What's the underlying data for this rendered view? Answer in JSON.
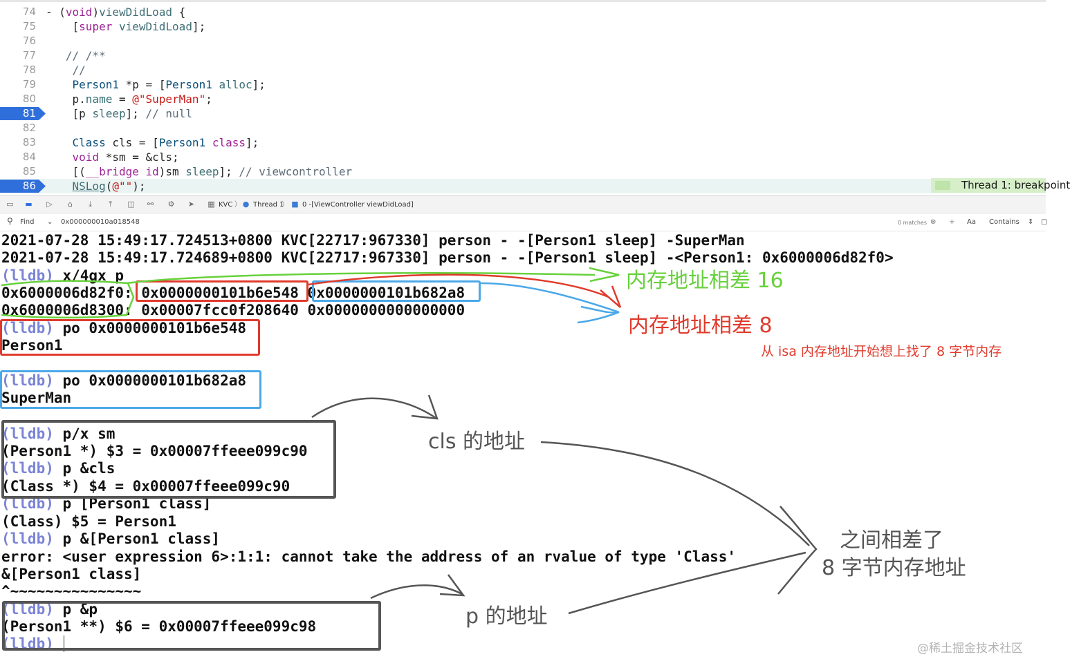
{
  "colors": {
    "lldb_prompt": "#7a84d6",
    "green": "#67d13b",
    "red": "#e03a2c",
    "blue": "#4aa8e8",
    "gray": "#555555",
    "breakpoint": "#2f6fdb"
  },
  "editor": {
    "lines": [
      {
        "num": "74",
        "code": "- (void)viewDidLoad {"
      },
      {
        "num": "75",
        "code": "    [super viewDidLoad];"
      },
      {
        "num": "76",
        "code": ""
      },
      {
        "num": "77",
        "code": "   // /**"
      },
      {
        "num": "78",
        "code": "    //"
      },
      {
        "num": "79",
        "code": "    Person1 *p = [Person1 alloc];"
      },
      {
        "num": "80",
        "code": "    p.name = @\"SuperMan\";"
      },
      {
        "num": "81",
        "code": "    [p sleep]; // null"
      },
      {
        "num": "82",
        "code": ""
      },
      {
        "num": "83",
        "code": "    Class cls = [Person1 class];"
      },
      {
        "num": "84",
        "code": "    void *sm = &cls;"
      },
      {
        "num": "85",
        "code": "    [(__bridge id)sm sleep]; // viewcontroller"
      },
      {
        "num": "86",
        "code": "    NSLog(@\"\");"
      }
    ],
    "thread_tag": "Thread 1: breakpoint"
  },
  "debugbar": {
    "kvc": "KVC",
    "thread": "Thread 1",
    "frame": "0 -[ViewController viewDidLoad]"
  },
  "findbar": {
    "label": "Find",
    "query": "0x000000010a018548",
    "matches": "0 matches",
    "case": "Aa",
    "mode": "Contains"
  },
  "console": {
    "log1": "2021-07-28 15:49:17.724513+0800 KVC[22717:967330] person - -[Person1 sleep] -SuperMan",
    "log2": "2021-07-28 15:49:17.724689+0800 KVC[22717:967330] person - -[Person1 sleep] -<Person1: 0x6000006d82f0>",
    "prompt": "(lldb)",
    "cmd_x": " x/4gx p",
    "mem1_addr": "0x6000006d82f0",
    "mem1_sep": ": ",
    "mem1_v1": "0x0000000101b6e548",
    "mem1_v2": "0x0000000101b682a8",
    "mem2_addr": "0x6000006d8300",
    "mem2_rest": ": 0x00007fcc0f208640 0x0000000000000000",
    "cmd_po1": " po 0x0000000101b6e548",
    "out_po1": "Person1",
    "cmd_po2": " po 0x0000000101b682a8",
    "out_po2": "SuperMan",
    "cmd_px": " p/x sm",
    "out_px": "(Person1 *) $3 = 0x00007ffeee099c90",
    "cmd_pcls": " p &cls",
    "out_pcls": "(Class *) $4 = 0x00007ffeee099c90",
    "cmd_pclass": " p [Person1 class]",
    "out_pclass": "(Class) $5 = Person1",
    "cmd_paddr": " p &[Person1 class]",
    "err1": "error: <user expression 6>:1:1: cannot take the address of an rvalue of type 'Class'",
    "err2": "&[Person1 class]",
    "err3": "^~~~~~~~~~~~~~~~",
    "cmd_pp": " p &p",
    "out_pp": "(Person1 **) $6 = 0x00007ffeee099c98"
  },
  "annotations": {
    "diff16": "内存地址相差 16",
    "diff8": "内存地址相差 8",
    "isa_note": "从 isa 内存地址开始想上找了 8 字节内存",
    "cls_addr": "cls 的地址",
    "p_addr": "p 的地址",
    "between1": "之间相差了",
    "between2": "8 字节内存地址"
  },
  "watermark": "@稀土掘金技术社区"
}
